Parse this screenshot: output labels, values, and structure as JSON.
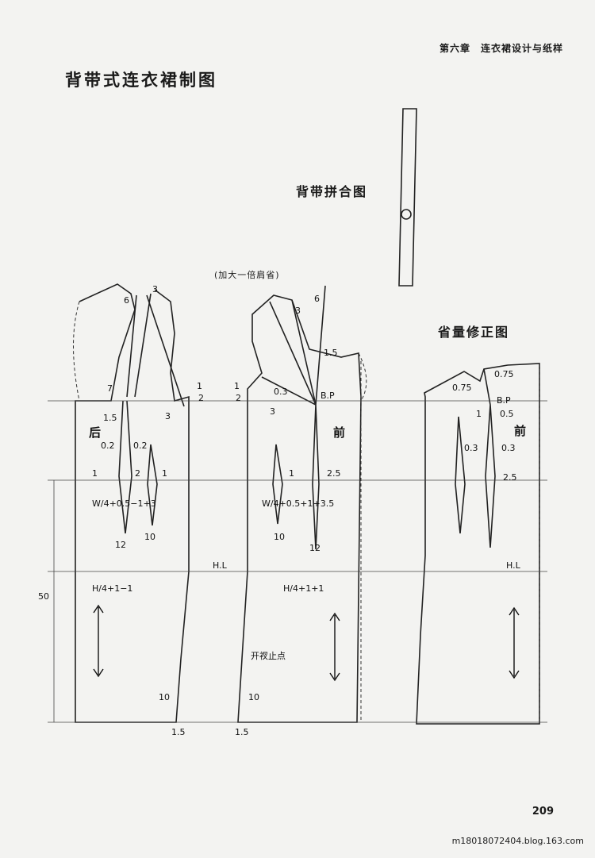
{
  "header": {
    "chapter": "第六章　连衣裙设计与纸样"
  },
  "title": "背带式连衣裙制图",
  "labels": {
    "strap_diagram": "背带拼合图",
    "dart_note": "(加大一倍肩省)",
    "dart_correction": "省量修正图",
    "back": "后",
    "front": "前",
    "front_right": "前",
    "slit_stop": "开衩止点"
  },
  "measures": {
    "waist_back": "W/4+0.5−1+3",
    "waist_front": "W/4+0.5+1+3.5",
    "hip_back": "H/4+1−1",
    "hip_front": "H/4+1+1",
    "hl": "H.L",
    "hl_right": "H.L",
    "bp": "B.P",
    "bp_right": "B.P",
    "length": "50"
  },
  "page_number": "209",
  "watermark": "m18018072404.blog.163.com"
}
